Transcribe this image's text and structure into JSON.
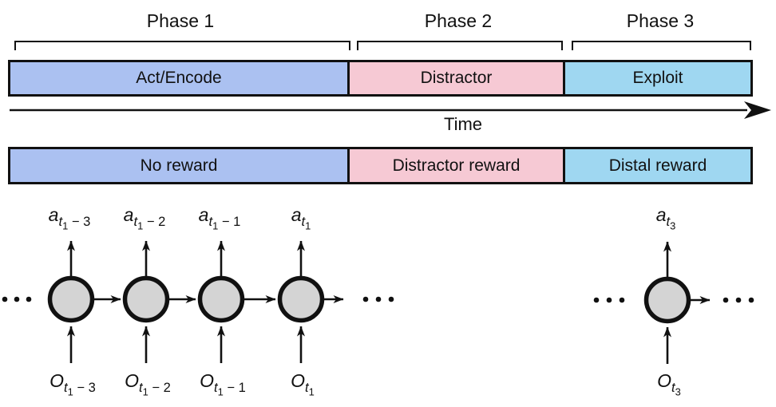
{
  "colors": {
    "phase1": "#abc1f1",
    "phase2": "#f6c9d4",
    "phase3": "#9fd7f1",
    "node": "#d4d4d4",
    "ink": "#111111"
  },
  "phase_labels": {
    "phase1": "Phase 1",
    "phase2": "Phase 2",
    "phase3": "Phase 3"
  },
  "activity_bar": {
    "phase1": "Act/Encode",
    "phase2": "Distractor",
    "phase3": "Exploit"
  },
  "time_axis": {
    "label": "Time"
  },
  "reward_bar": {
    "phase1": "No reward",
    "phase2": "Distractor reward",
    "phase3": "Distal reward"
  },
  "rnn": {
    "nodes": [
      {
        "action": {
          "base": "a",
          "var": "t",
          "idx": "1",
          "suffix": " − 3"
        },
        "obs": {
          "base": "O",
          "var": "t",
          "idx": "1",
          "suffix": " − 3"
        }
      },
      {
        "action": {
          "base": "a",
          "var": "t",
          "idx": "1",
          "suffix": " − 2"
        },
        "obs": {
          "base": "O",
          "var": "t",
          "idx": "1",
          "suffix": " − 2"
        }
      },
      {
        "action": {
          "base": "a",
          "var": "t",
          "idx": "1",
          "suffix": " − 1"
        },
        "obs": {
          "base": "O",
          "var": "t",
          "idx": "1",
          "suffix": " − 1"
        }
      },
      {
        "action": {
          "base": "a",
          "var": "t",
          "idx": "1",
          "suffix": ""
        },
        "obs": {
          "base": "O",
          "var": "t",
          "idx": "1",
          "suffix": ""
        }
      },
      {
        "action": {
          "base": "a",
          "var": "t",
          "idx": "3",
          "suffix": ""
        },
        "obs": {
          "base": "O",
          "var": "t",
          "idx": "3",
          "suffix": ""
        }
      }
    ]
  }
}
